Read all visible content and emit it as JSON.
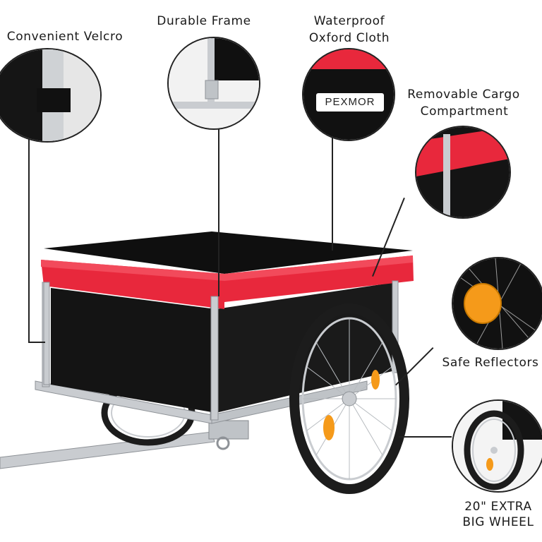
{
  "callouts": {
    "velcro": "Convenient Velcro",
    "frame": "Durable Frame",
    "cloth_line1": "Waterproof",
    "cloth_line2": "Oxford Cloth",
    "cargo_line1": "Removable Cargo",
    "cargo_line2": "Compartment",
    "reflectors": "Safe Reflectors",
    "wheel_line1": "20\" EXTRA",
    "wheel_line2": "BIG WHEEL"
  },
  "brand": {
    "logo_text": "PEXMOR"
  },
  "colors": {
    "cover_red": "#e8283c",
    "body_black": "#141414",
    "frame_silver": "#c9ccd0",
    "reflector_orange": "#f59a1a",
    "tire": "#1c1c1c"
  }
}
